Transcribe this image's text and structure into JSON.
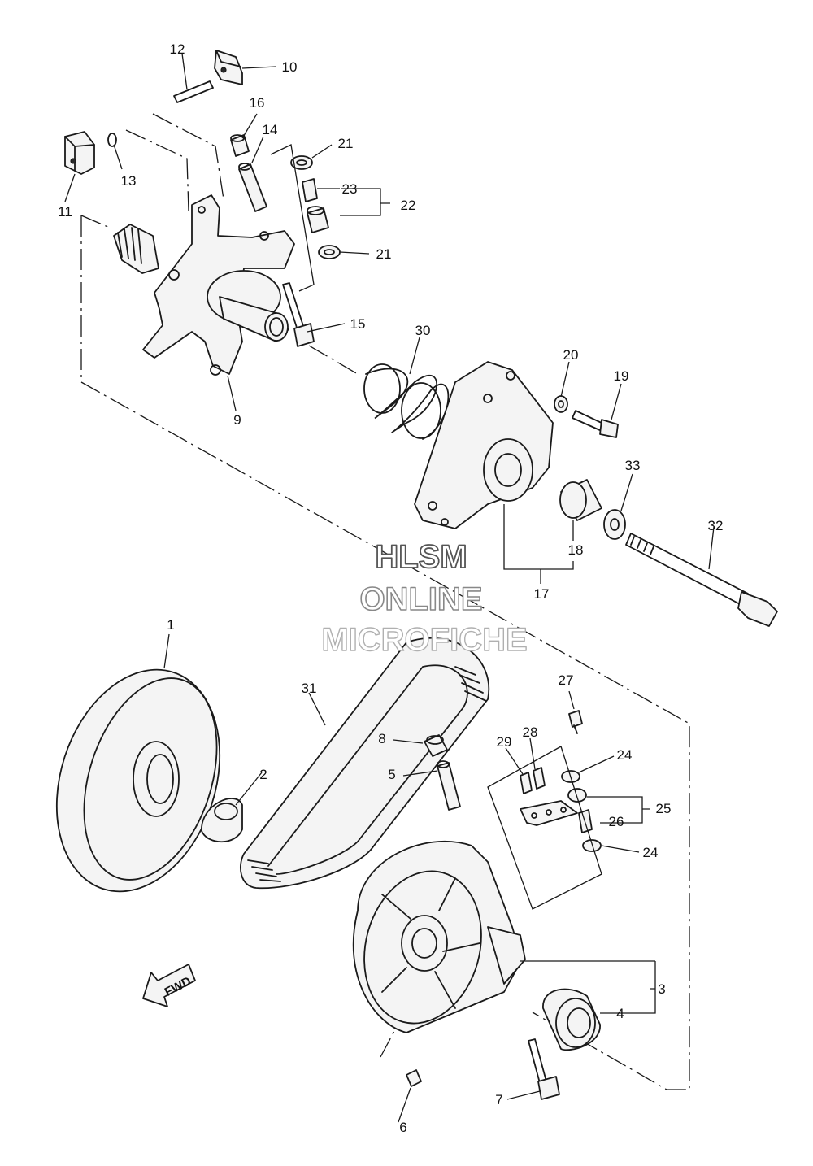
{
  "watermark": {
    "line1": "HLSM",
    "line2": "ONLINE",
    "line3": "MICROFICHE"
  },
  "fwd_label": "FWD",
  "labels": {
    "p1": "1",
    "p2": "2",
    "p3": "3",
    "p4": "4",
    "p5": "5",
    "p6": "6",
    "p7": "7",
    "p8": "8",
    "p9": "9",
    "p10": "10",
    "p11": "11",
    "p12": "12",
    "p13": "13",
    "p14": "14",
    "p15": "15",
    "p16": "16",
    "p17": "17",
    "p18": "18",
    "p19": "19",
    "p20": "20",
    "p21a": "21",
    "p21b": "21",
    "p22": "22",
    "p23": "23",
    "p24a": "24",
    "p24b": "24",
    "p25": "25",
    "p26": "26",
    "p27": "27",
    "p28": "28",
    "p29": "29",
    "p30": "30",
    "p31": "31",
    "p32": "32",
    "p33": "33"
  }
}
